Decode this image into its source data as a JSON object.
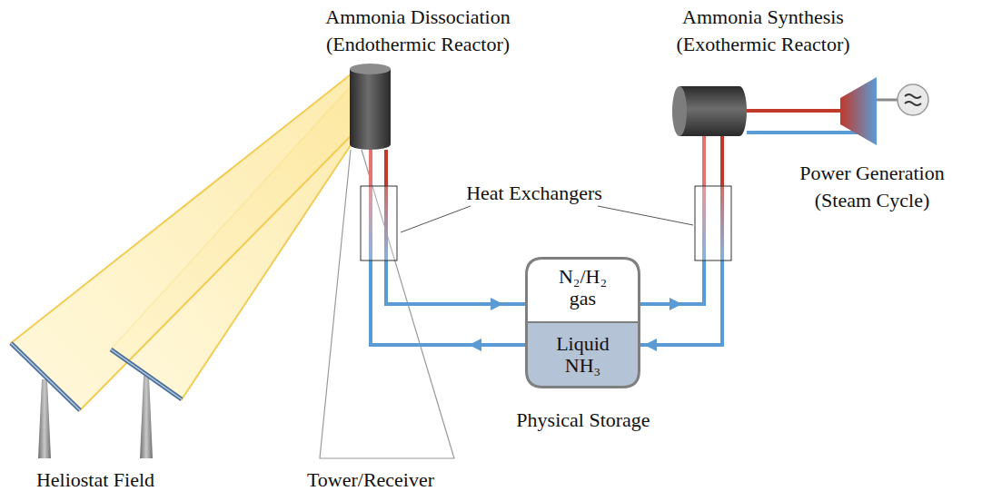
{
  "diagram": {
    "nodes": [
      {
        "text": [
          "Ammonia Dissociation (Endothermic Reactor)"
        ]
      },
      {
        "text": [
          "N₂/H₂ gas",
          "Liquid NH₃"
        ]
      },
      {
        "text": [
          "Ammonia Synthesis (Exothermic Reactor)"
        ]
      }
    ],
    "edges": [
      {
        "from": 0,
        "to": 1,
        "arrow": "to"
      },
      {
        "from": 1,
        "to": 0,
        "arrow": "to"
      },
      {
        "from": 1,
        "to": 2,
        "arrow": "to"
      },
      {
        "from": 2,
        "to": 1,
        "arrow": "to"
      }
    ],
    "labels": [
      "Heat Exchangers",
      "Power Generation (Steam Cycle)",
      "Physical Storage",
      "Heliostat Field",
      "Tower/Receiver"
    ]
  }
}
